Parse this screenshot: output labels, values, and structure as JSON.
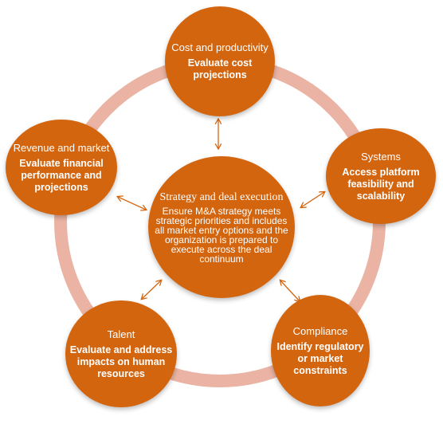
{
  "diagram": {
    "colors": {
      "node_fill": "#D4650F",
      "ring": "#EAB3A3",
      "arrow": "#D4650F",
      "text": "#FFFFFF"
    },
    "center": {
      "title": "Strategy and deal execution",
      "description": "Ensure M&A strategy meets strategic priorities and includes all market entry options and the organization is prepared to execute across the deal continuum"
    },
    "nodes": {
      "cost": {
        "title": "Cost and productivity",
        "description": "Evaluate cost projections"
      },
      "systems": {
        "title": "Systems",
        "description": "Access platform feasibility and scalability"
      },
      "compliance": {
        "title": "Compliance",
        "description": "Identify regulatory or market constraints"
      },
      "talent": {
        "title": "Talent",
        "description": "Evaluate and address impacts on human resources"
      },
      "revenue": {
        "title": "Revenue and market",
        "description": "Evaluate financial performance and projections"
      }
    }
  }
}
